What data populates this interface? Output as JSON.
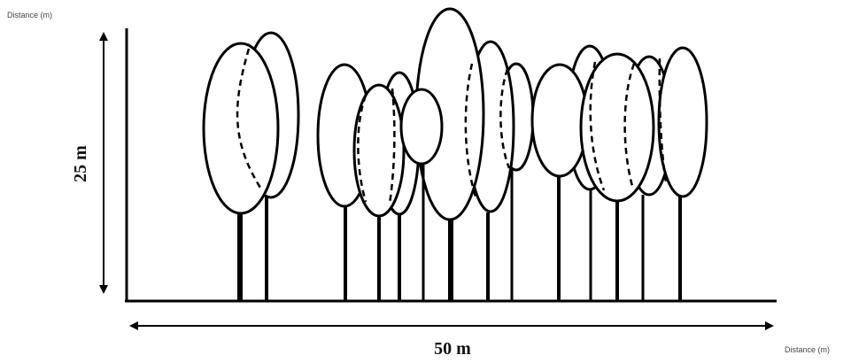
{
  "labels": {
    "y_axis_unit": "Distance (m)",
    "x_axis_unit": "Distance (m)",
    "height_dim": "25 m",
    "width_dim": "50 m"
  }
}
